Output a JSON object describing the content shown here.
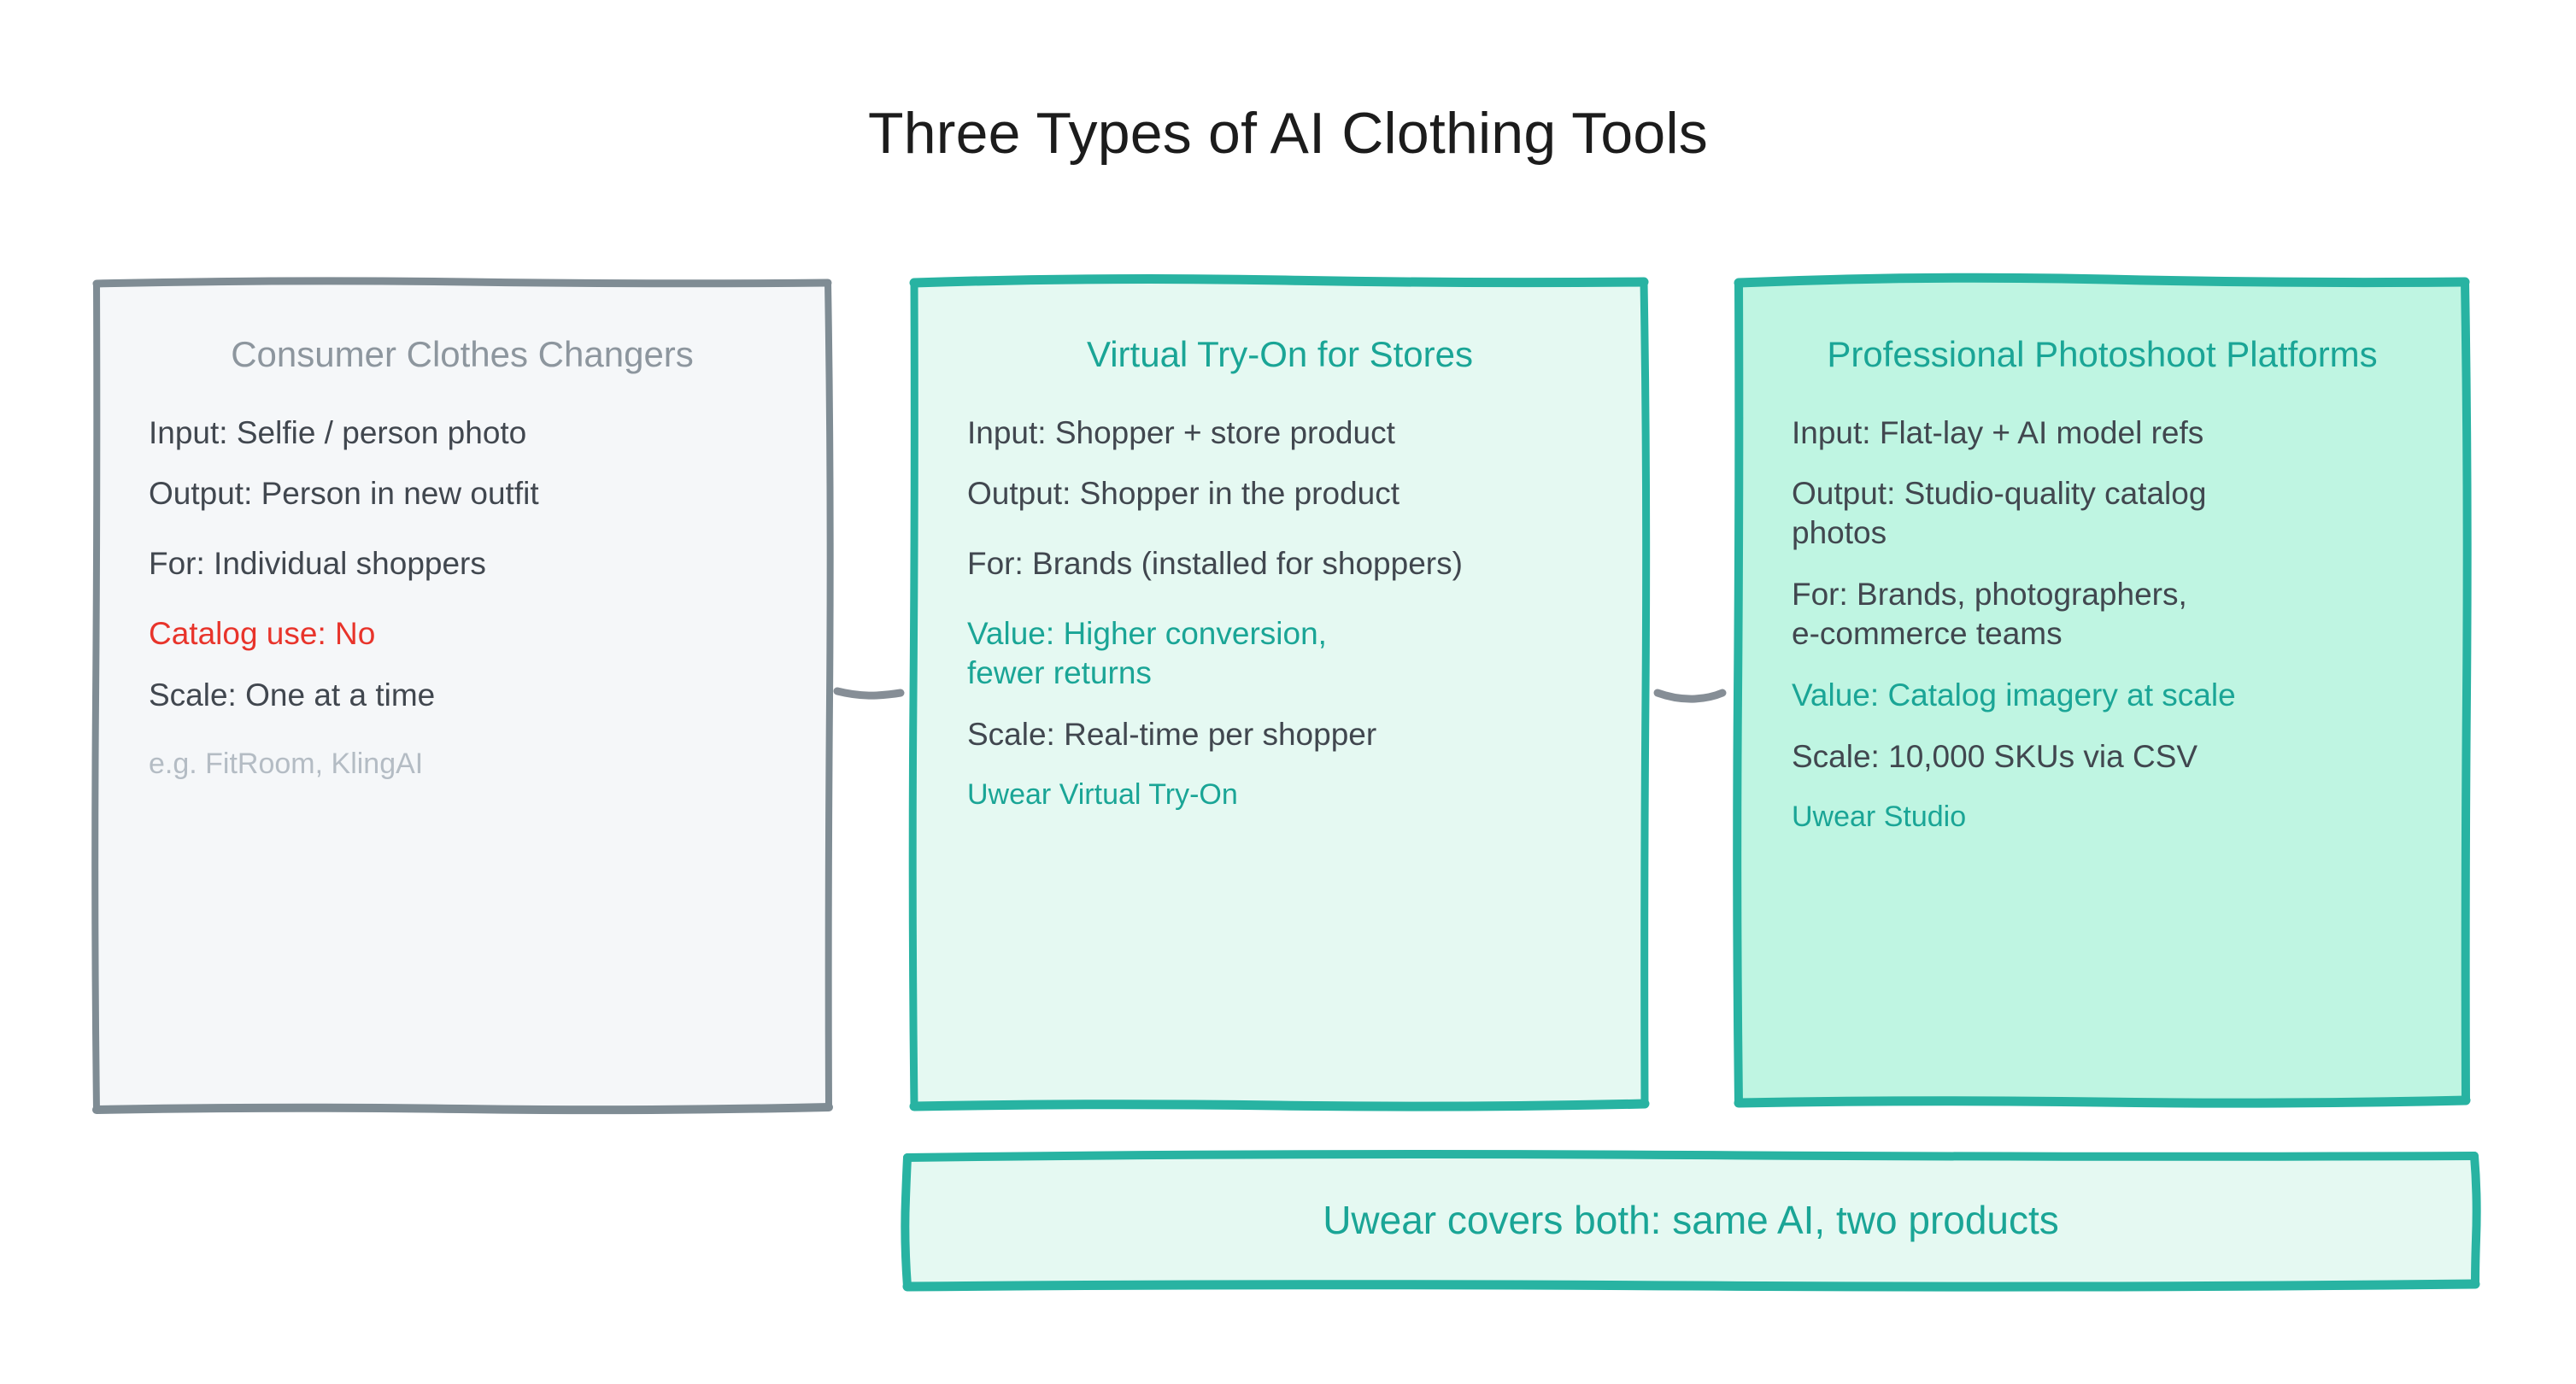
{
  "page": {
    "title": "Three Types of AI Clothing Tools",
    "background": "#ffffff"
  },
  "colors": {
    "title_text": "#1c1c1c",
    "body_text": "#41474f",
    "gray_border": "#7f8c94",
    "gray_fill": "#f5f7f9",
    "gray_title": "#8d969e",
    "teal_border": "#28b3a2",
    "teal_text": "#1aa596",
    "mint_light_fill": "#e5f9f2",
    "mint_fill": "#bff5e2",
    "warning_red": "#e8342b",
    "muted_text": "#b4bcc4",
    "connector_gray": "#868e96"
  },
  "cards": [
    {
      "id": "consumer",
      "title": "Consumer Clothes\nChangers",
      "lines": [
        {
          "text": "Input: Selfie / person photo",
          "style": "default"
        },
        {
          "text": "Output: Person in new outfit",
          "style": "default"
        },
        {
          "text": "For: Individual shoppers",
          "style": "spaced"
        },
        {
          "text": "Catalog use: No",
          "style": "red"
        },
        {
          "text": "Scale: One at a time",
          "style": "default"
        },
        {
          "text": "e.g. FitRoom, KlingAI",
          "style": "muted-footnote"
        }
      ]
    },
    {
      "id": "tryon",
      "title": "Virtual Try-On\nfor Stores",
      "lines": [
        {
          "text": "Input: Shopper + store product",
          "style": "default"
        },
        {
          "text": "Output: Shopper in the product",
          "style": "default"
        },
        {
          "text": "For: Brands (installed for shoppers)",
          "style": "spaced"
        },
        {
          "text": "Value: Higher conversion,\nfewer returns",
          "style": "teal"
        },
        {
          "text": "Scale: Real-time per shopper",
          "style": "default"
        },
        {
          "text": "Uwear Virtual Try-On",
          "style": "teal-footnote"
        }
      ]
    },
    {
      "id": "studio",
      "title": "Professional Photoshoot\nPlatforms",
      "lines": [
        {
          "text": "Input: Flat-lay + AI model refs",
          "style": "default"
        },
        {
          "text": "Output: Studio-quality catalog\nphotos",
          "style": "default"
        },
        {
          "text": "For: Brands, photographers,\ne-commerce teams",
          "style": "default"
        },
        {
          "text": "Value: Catalog imagery at scale",
          "style": "teal"
        },
        {
          "text": "Scale: 10,000 SKUs via CSV",
          "style": "default"
        },
        {
          "text": "Uwear Studio",
          "style": "teal-footnote"
        }
      ]
    }
  ],
  "banner": {
    "label": "Uwear covers both: same AI, two products"
  },
  "connectors": [
    {
      "id": "connector-1",
      "from": "consumer",
      "to": "tryon"
    },
    {
      "id": "connector-2",
      "from": "tryon",
      "to": "studio"
    }
  ]
}
